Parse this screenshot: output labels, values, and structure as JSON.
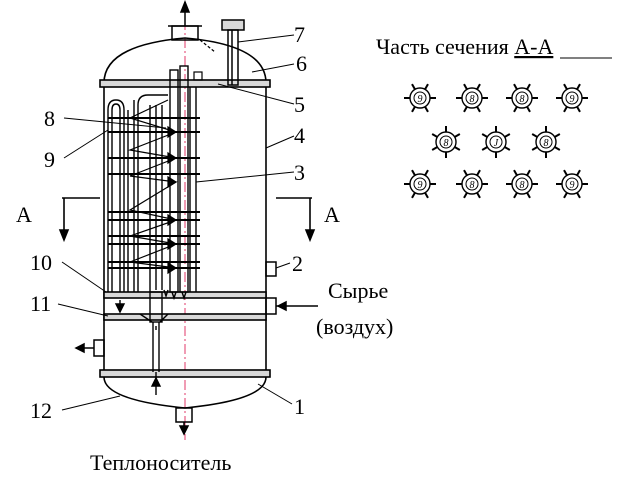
{
  "labels": {
    "n1": "1",
    "n2": "2",
    "n3": "3",
    "n4": "4",
    "n5": "5",
    "n6": "6",
    "n7": "7",
    "n8": "8",
    "n9": "9",
    "n10": "10",
    "n11": "11",
    "n12": "12"
  },
  "section_marks": {
    "left": "А",
    "right": "А"
  },
  "section_title": {
    "prefix": "Часть сечения ",
    "section": "А-А"
  },
  "feed_label": {
    "line1": "Сырье",
    "line2": "(воздух)"
  },
  "coolant_label": "Теплоноситель",
  "cross_section_tags": {
    "row1": [
      "9",
      "8",
      "8",
      "9"
    ],
    "row2": [
      "8",
      "J",
      "8"
    ],
    "row3": [
      "9",
      "8",
      "8",
      "9"
    ]
  }
}
